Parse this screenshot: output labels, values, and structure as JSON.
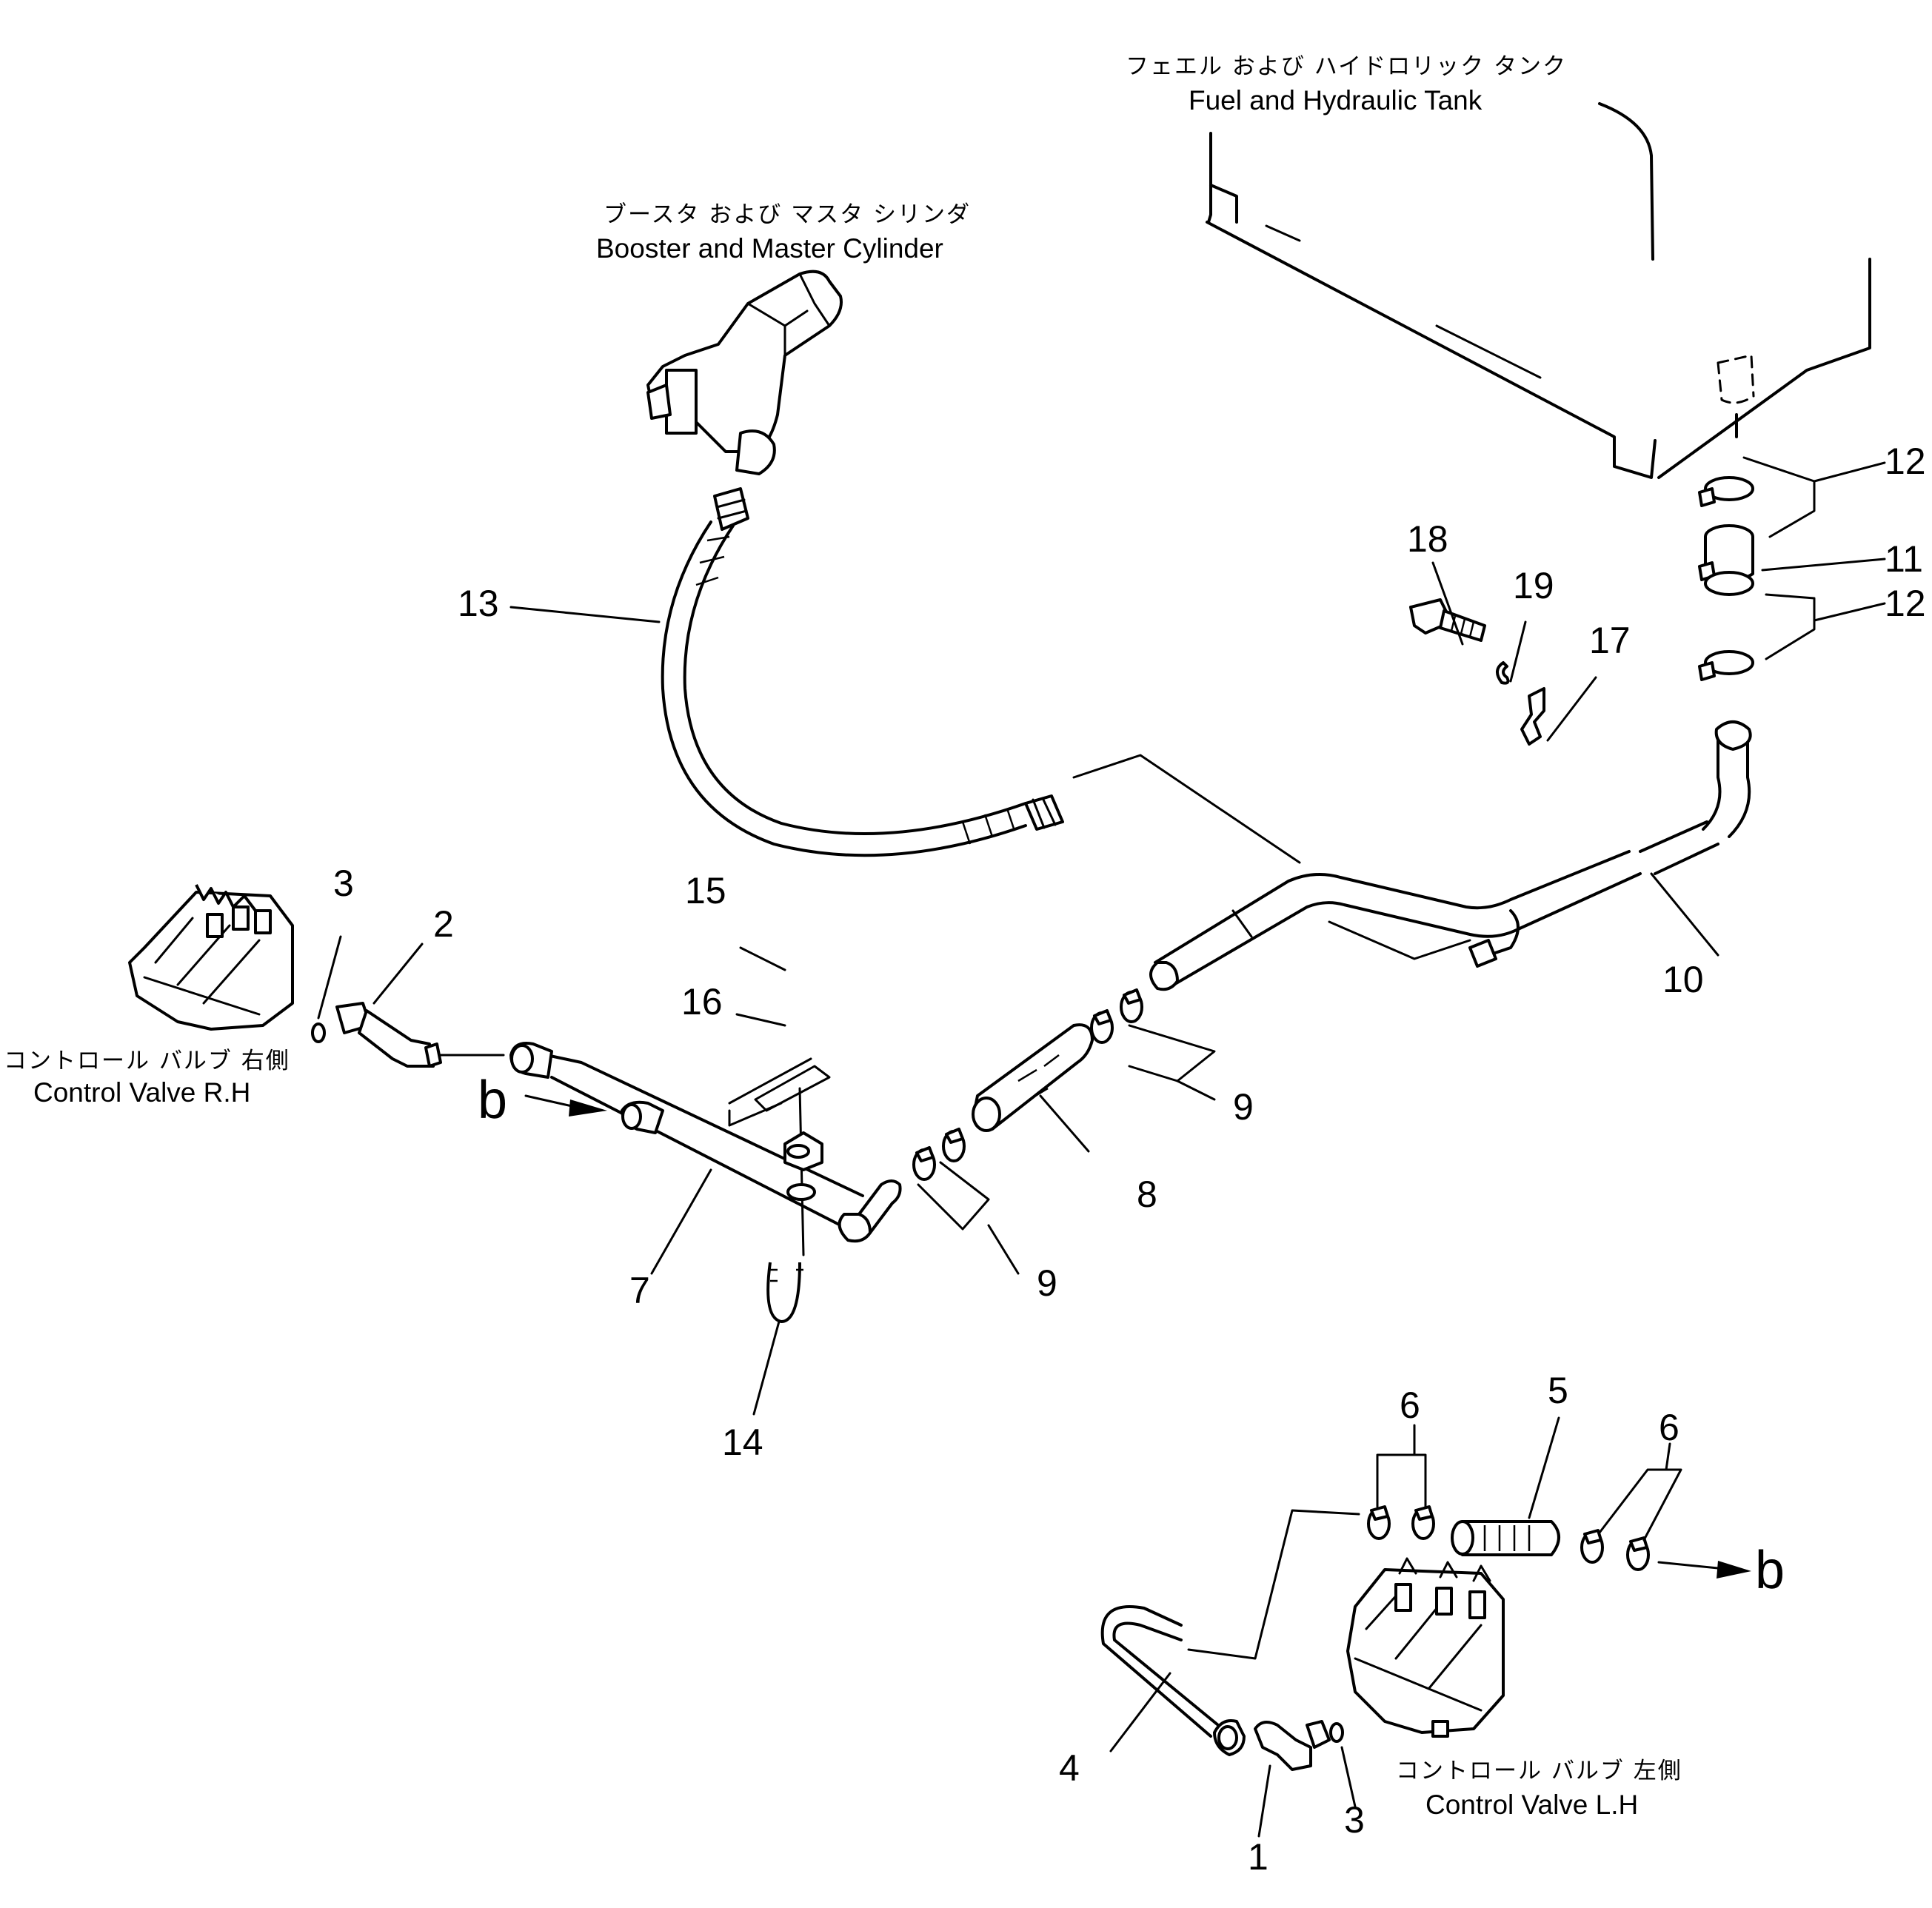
{
  "labels": {
    "tank_jp": "フェエル および ハイドロリック タンク",
    "tank_en": "Fuel and Hydraulic Tank",
    "booster_jp": "ブースタ および マスタ シリンダ",
    "booster_en": "Booster and Master Cylinder",
    "cv_rh_jp": "コントロール バルブ 右側",
    "cv_rh_en": "Control Valve R.H",
    "cv_lh_jp": "コントロール バルブ 左側",
    "cv_lh_en": "Control Valve L.H",
    "arrow_b_left": "b",
    "arrow_b_right": "b"
  },
  "callouts": {
    "n1": "1",
    "n2": "2",
    "n3a": "3",
    "n3b": "3",
    "n4": "4",
    "n5": "5",
    "n6a": "6",
    "n6b": "6",
    "n7": "7",
    "n8": "8",
    "n9a": "9",
    "n9b": "9",
    "n10": "10",
    "n11": "11",
    "n12a": "12",
    "n12b": "12",
    "n13": "13",
    "n14": "14",
    "n15": "15",
    "n16": "16",
    "n17": "17",
    "n18": "18",
    "n19": "19"
  }
}
